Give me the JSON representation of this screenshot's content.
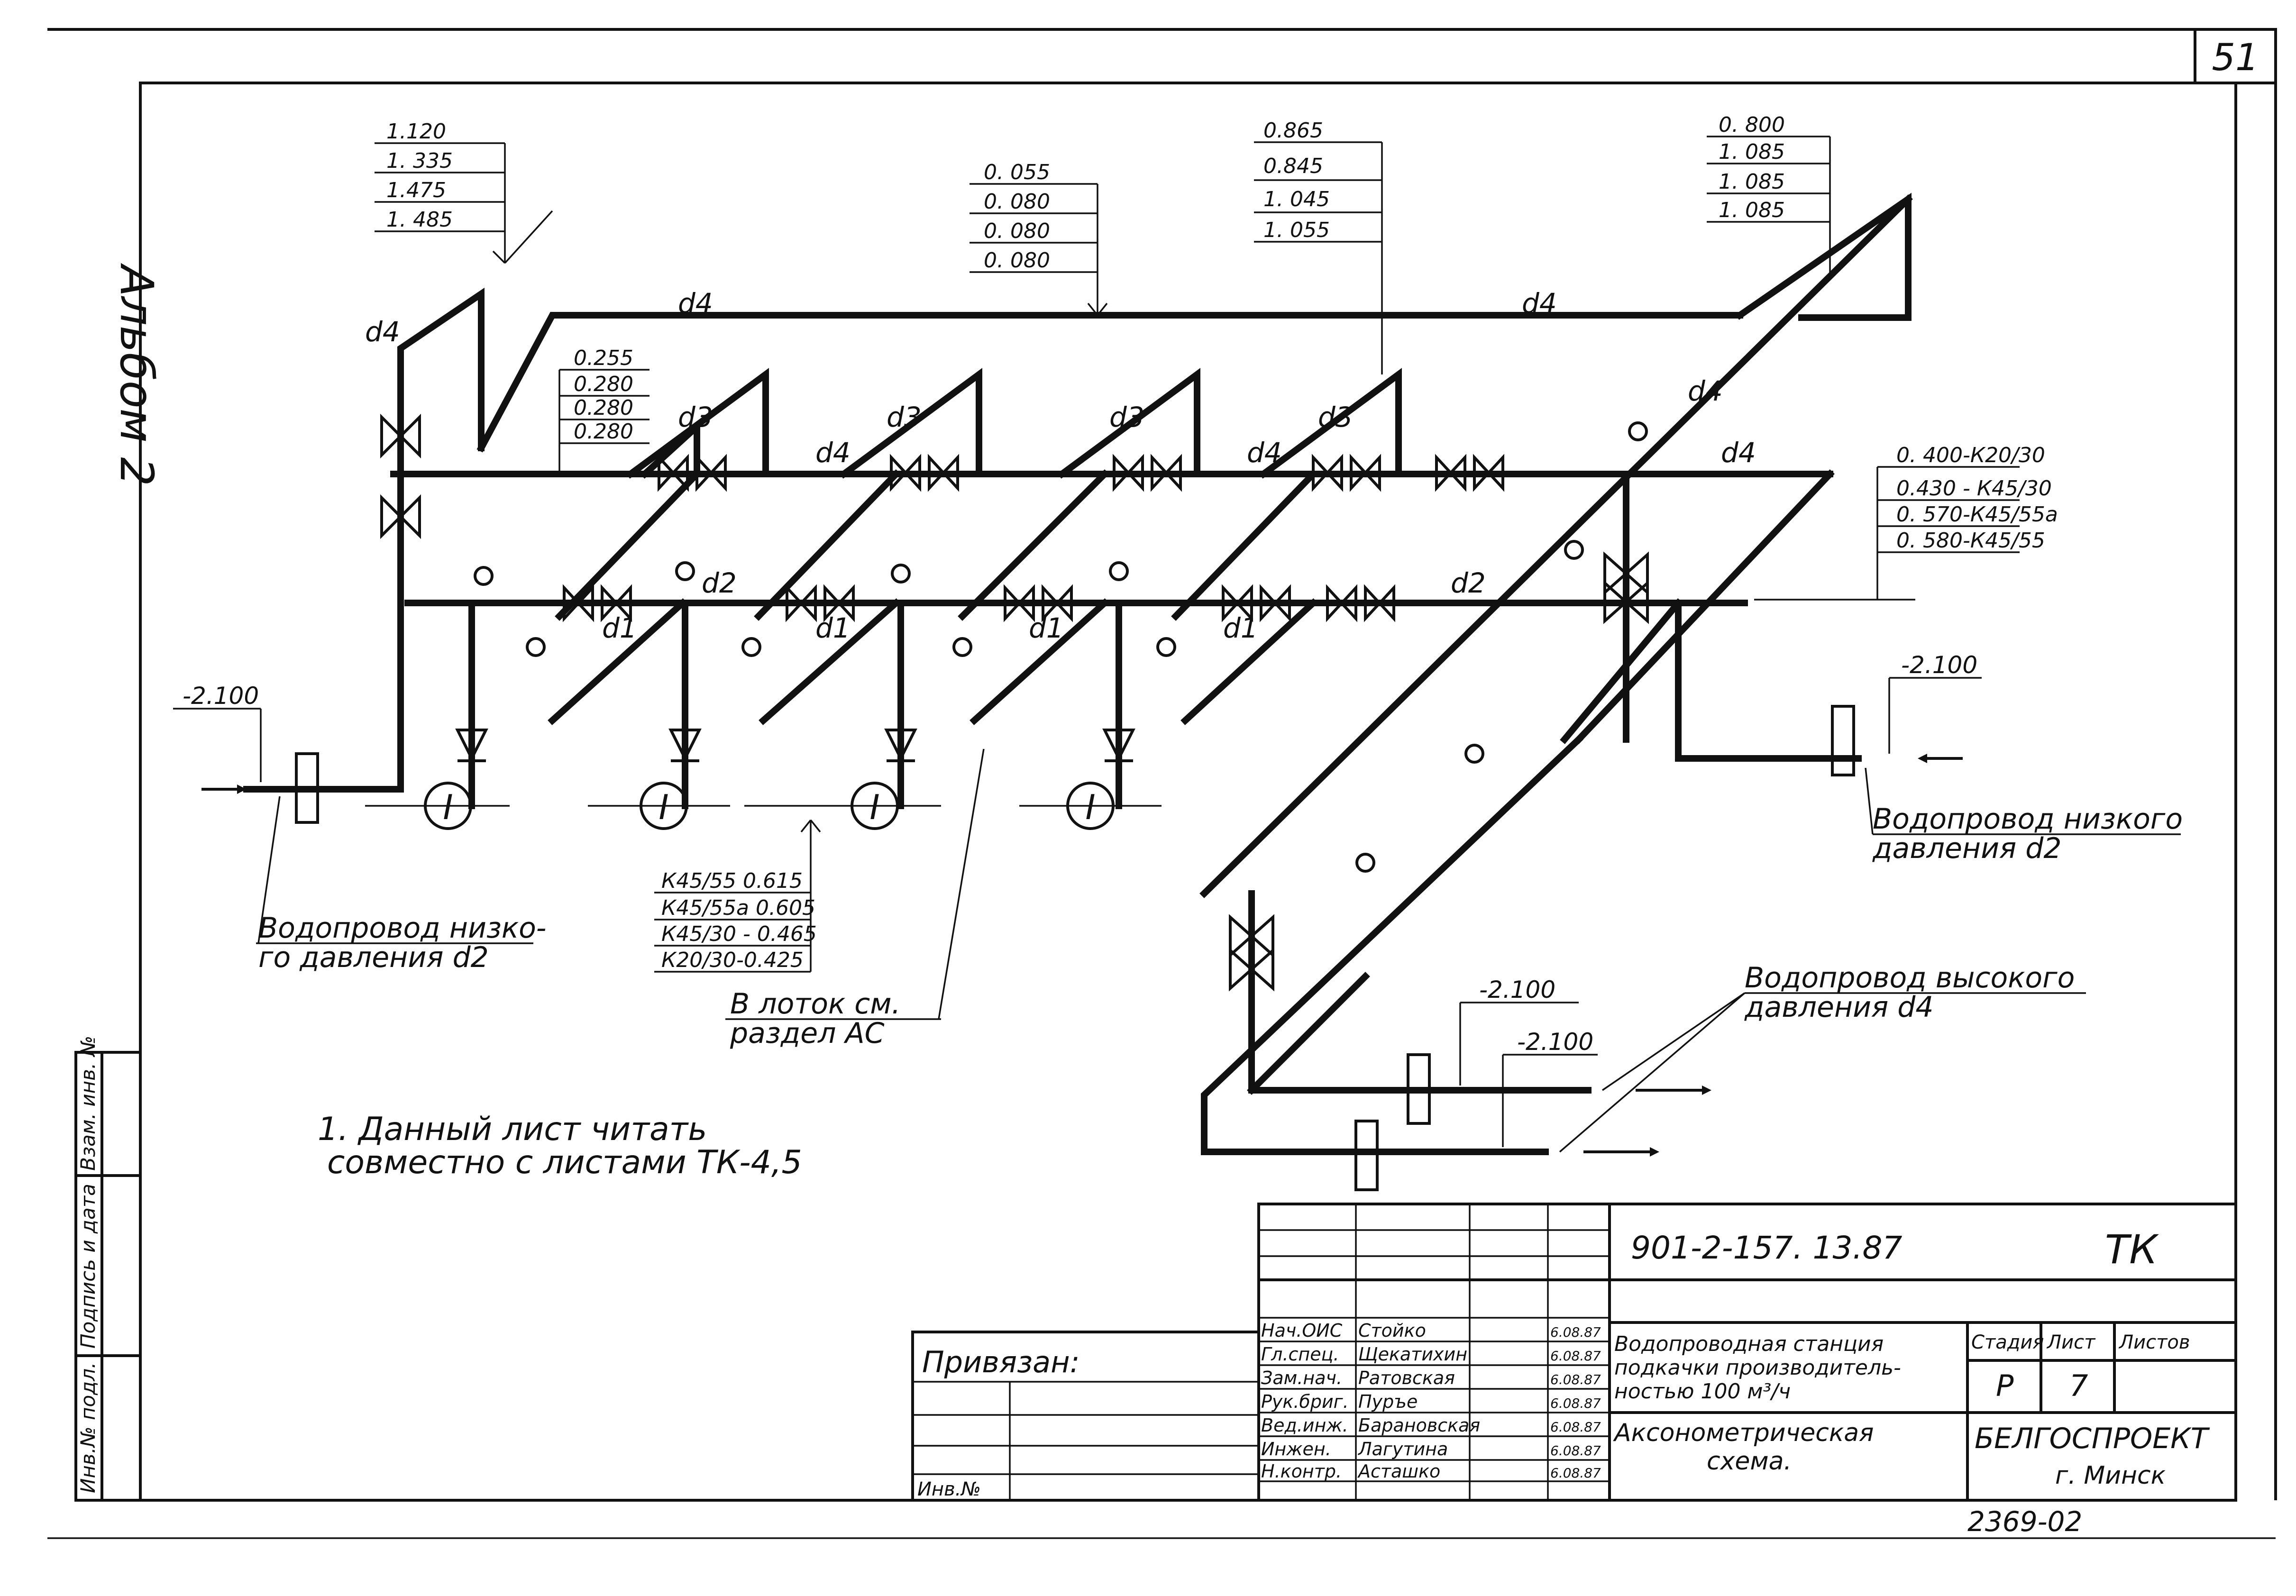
{
  "sheet_number": "51",
  "album_label": "Альбом 2",
  "elevation_tags": {
    "tag1": [
      "1.120",
      "1. 335",
      "1.475",
      "1. 485"
    ],
    "tag2": [
      "0. 055",
      "0. 080",
      "0. 080",
      "0. 080"
    ],
    "tag3": [
      "0.865",
      "0.845",
      "1. 045",
      "1. 055"
    ],
    "tag4": [
      "0. 800",
      "1. 085",
      "1. 085",
      "1. 085"
    ],
    "tag5": [
      "0.255",
      "0.280",
      "0.280",
      "0.280"
    ],
    "tag6": [
      "0. 400-К20/30",
      "0.430 - К45/30",
      "0. 570-К45/55а",
      "0. 580-К45/55"
    ],
    "tag7": [
      "К45/55 0.615",
      "К45/55а 0.605",
      "К45/30 - 0.465",
      "К20/30-0.425"
    ]
  },
  "pipe_labels": {
    "d4": "d4",
    "d3": "d3",
    "d2": "d2",
    "d1": "d1"
  },
  "level_marks": {
    "left": "-2.100",
    "right": "-2.100",
    "bottom1": "-2.100",
    "bottom2": "-2.100"
  },
  "pump_symbol": "I",
  "notes": {
    "low_pressure_left": [
      "Водопровод низко-",
      "го давления d2"
    ],
    "low_pressure_right": [
      "Водопровод низкого",
      "давления d2"
    ],
    "high_pressure": [
      "Водопровод высокого",
      "давления d4"
    ],
    "tray": [
      "В лоток см.",
      "раздел АС"
    ],
    "general": [
      "1. Данный лист читать",
      "совместно с листами ТК-4,5"
    ]
  },
  "side_stamp": {
    "col1": "Инв.№ подл.",
    "col2": "Подпись и дата",
    "col3": "Взам. инв. №"
  },
  "title_block": {
    "doc_code": "901-2-157. 13.87",
    "mark": "ТК",
    "title": [
      "Водопроводная станция",
      "подкачки производитель-",
      "ностью 100 м³/ч"
    ],
    "sheet_title": [
      "Аксонометрическая",
      "схема."
    ],
    "stage_header": "Стадия",
    "sheet_header": "Лист",
    "sheets_header": "Листов",
    "stage": "Р",
    "sheet": "7",
    "org": "БЕЛГОСПРОЕКТ",
    "city": "г. Минск",
    "archive_no": "2369-02",
    "bound_label": "Привязан:",
    "inv_label": "Инв.№",
    "roles": [
      {
        "role": "Нач.ОИС",
        "name": "Стойко",
        "date": "6.08.87"
      },
      {
        "role": "Гл.спец.",
        "name": "Щекатихин",
        "date": "6.08.87"
      },
      {
        "role": "Зам.нач.",
        "name": "Ратовская",
        "date": "6.08.87"
      },
      {
        "role": "Рук.бриг.",
        "name": "Пуръе",
        "date": "6.08.87"
      },
      {
        "role": "Вед.инж.",
        "name": "Барановская",
        "date": "6.08.87"
      },
      {
        "role": "Инжен.",
        "name": "Лагутина",
        "date": "6.08.87"
      },
      {
        "role": "Н.контр.",
        "name": "Асташко",
        "date": "6.08.87"
      }
    ]
  }
}
